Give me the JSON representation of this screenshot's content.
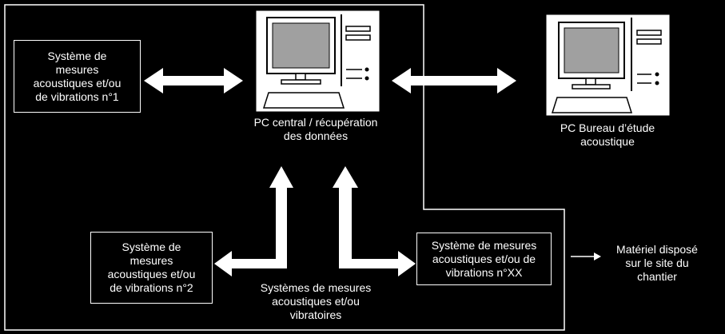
{
  "boxes": {
    "system1": "Système de\nmesures\nacoustiques et/ou\nde vibrations n°1",
    "system2": "Système de\nmesures\nacoustiques et/ou\nde vibrations n°2",
    "systemXX": "Système de mesures\nacoustiques et/ou de\nvibrations n°XX"
  },
  "labels": {
    "pc_central": "PC central / récupération\ndes données",
    "pc_bureau": "PC Bureau d’étude\nacoustique",
    "systems_group": "Systèmes de mesures\nacoustiques et/ou\nvibratoires",
    "site_material": "Matériel disposé\nsur le site du\nchantier"
  },
  "icons": [
    "desktop-computer-icon",
    "desktop-computer-icon"
  ],
  "colors": {
    "background": "#000000",
    "foreground": "#ffffff",
    "screen": "#a0a0a0"
  }
}
